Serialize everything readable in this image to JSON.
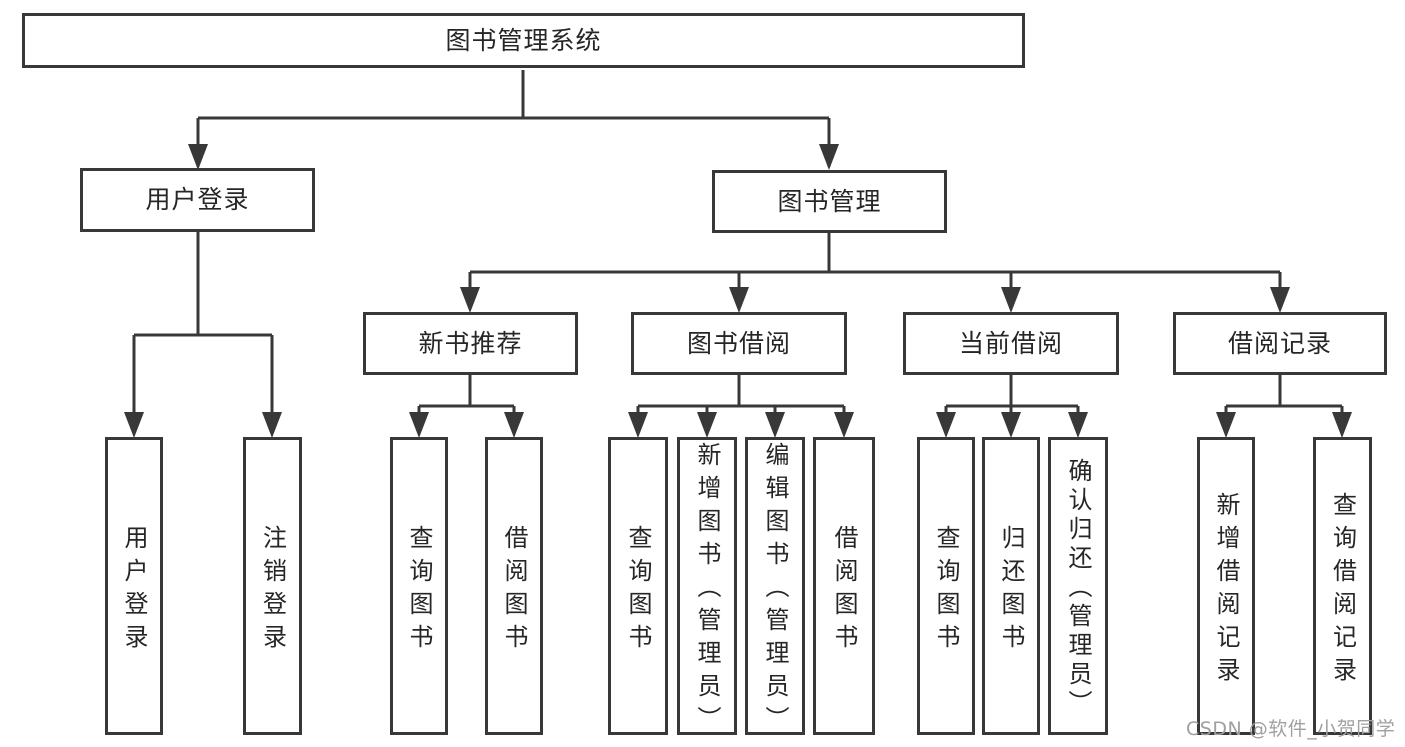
{
  "diagram": {
    "type": "tree",
    "tree": {
      "label": "图书管理系统",
      "children": [
        {
          "label": "用户登录",
          "children": [
            {
              "label": "用户登录"
            },
            {
              "label": "注销登录"
            }
          ]
        },
        {
          "label": "图书管理",
          "children": [
            {
              "label": "新书推荐",
              "children": [
                {
                  "label": "查询图书"
                },
                {
                  "label": "借阅图书"
                }
              ]
            },
            {
              "label": "图书借阅",
              "children": [
                {
                  "label": "查询图书"
                },
                {
                  "label": "新增图书（管理员）"
                },
                {
                  "label": "编辑图书（管理员）"
                },
                {
                  "label": "借阅图书"
                }
              ]
            },
            {
              "label": "当前借阅",
              "children": [
                {
                  "label": "查询图书"
                },
                {
                  "label": "归还图书"
                },
                {
                  "label": "确认归还（管理员）"
                }
              ]
            },
            {
              "label": "借阅记录",
              "children": [
                {
                  "label": "新增借阅记录"
                },
                {
                  "label": "查询借阅记录"
                }
              ]
            }
          ]
        }
      ]
    },
    "colors": {
      "line": "#383838",
      "box_border": "#383838",
      "box_fill": "#ffffff",
      "text": "#262626",
      "background": "#ffffff",
      "watermark": "#a0a0a0"
    }
  },
  "watermark": {
    "text": "CSDN @软件_小贺同学"
  }
}
